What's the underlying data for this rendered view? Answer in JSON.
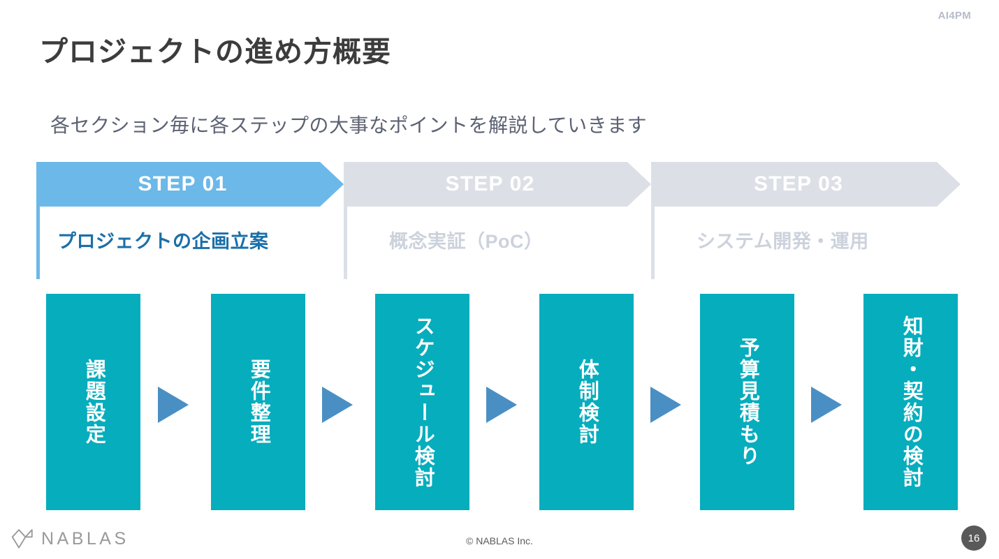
{
  "deck": {
    "tag": "AI4PM"
  },
  "header": {
    "title": "プロジェクトの進め方概要",
    "subtitle": "各セクション毎に各ステップの大事なポイントを解説していきます"
  },
  "steps": [
    {
      "chevron": "STEP 01",
      "name": "プロジェクトの企画立案",
      "state": "active"
    },
    {
      "chevron": "STEP 02",
      "name": "概念実証（PoC）",
      "state": "dim"
    },
    {
      "chevron": "STEP 03",
      "name": "システム開発・運用",
      "state": "dim"
    }
  ],
  "flow": {
    "boxes": [
      {
        "label": "課題設定"
      },
      {
        "label": "要件整理"
      },
      {
        "label": "スケジュール検討"
      },
      {
        "label": "体制検討"
      },
      {
        "label": "予算見積もり"
      },
      {
        "label": "知財・契約の検討"
      }
    ],
    "arrow_icon": "triangle-right-icon"
  },
  "footer": {
    "logo_text": "NABLAS",
    "logo_mark": "nablas-logo-icon",
    "copyright": "© NABLAS Inc.",
    "page_number": "16"
  },
  "colors": {
    "active_blue": "#6cb8e8",
    "active_text": "#1b6fa8",
    "dim_gray": "#dce0e6",
    "dim_text": "#ccd2dc",
    "teal": "#06adbd",
    "arrow_blue": "#4a8fc4",
    "title": "#3c3c3c",
    "subtitle": "#5c6272",
    "badge": "#595959"
  }
}
